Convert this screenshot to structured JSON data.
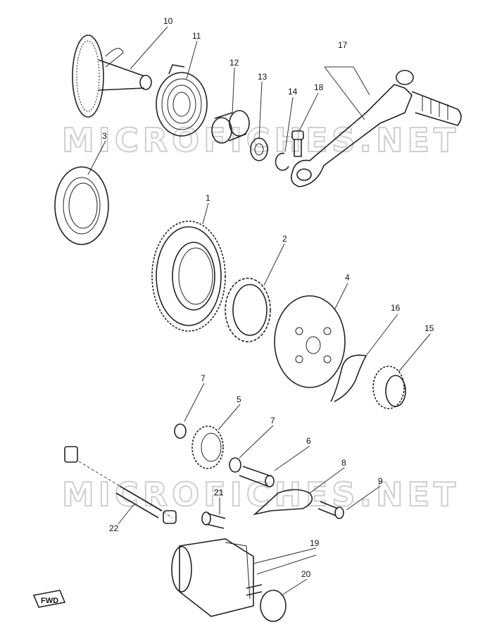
{
  "watermark": {
    "text": "MICROFICHES.NET"
  },
  "fwd_label": "FWD",
  "callouts": [
    {
      "id": "10",
      "label": "10"
    },
    {
      "id": "11",
      "label": "11"
    },
    {
      "id": "12",
      "label": "12"
    },
    {
      "id": "13",
      "label": "13"
    },
    {
      "id": "14",
      "label": "14"
    },
    {
      "id": "18",
      "label": "18"
    },
    {
      "id": "17",
      "label": "17"
    },
    {
      "id": "3",
      "label": "3"
    },
    {
      "id": "1",
      "label": "1"
    },
    {
      "id": "2",
      "label": "2"
    },
    {
      "id": "4",
      "label": "4"
    },
    {
      "id": "16",
      "label": "16"
    },
    {
      "id": "15",
      "label": "15"
    },
    {
      "id": "7a",
      "label": "7"
    },
    {
      "id": "5",
      "label": "5"
    },
    {
      "id": "7b",
      "label": "7"
    },
    {
      "id": "6",
      "label": "6"
    },
    {
      "id": "8",
      "label": "8"
    },
    {
      "id": "9",
      "label": "9"
    },
    {
      "id": "21",
      "label": "21"
    },
    {
      "id": "22",
      "label": "22"
    },
    {
      "id": "19",
      "label": "19"
    },
    {
      "id": "20",
      "label": "20"
    }
  ]
}
